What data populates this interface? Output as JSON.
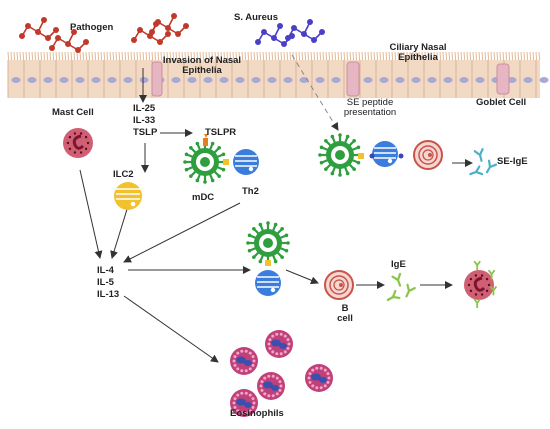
{
  "labels": {
    "pathogen": "Pathogen",
    "s_aureus": "S. Aureus",
    "invasion_line1": "Invasion of Nasal",
    "invasion_line2": "Epithelia",
    "ciliary_line1": "Ciliary Nasal",
    "ciliary_line2": "Epithelia",
    "goblet_cell": "Goblet Cell",
    "se_peptide_line1": "SE peptide",
    "se_peptide_line2": "presentation",
    "mast_cell": "Mast Cell",
    "il25": "IL-25",
    "il33": "IL-33",
    "tslp": "TSLP",
    "tslpr": "TSLPR",
    "ilc2": "ILC2",
    "mdc": "mDC",
    "th2": "Th2",
    "se_ige": "SE-IgE",
    "il4": "IL-4",
    "il5": "IL-5",
    "il13": "IL-13",
    "b_cell_line1": "B",
    "b_cell_line2": "cell",
    "ige": "IgE",
    "eosinophils": "Eosinophils"
  },
  "colors": {
    "pathogen": "#c0392b",
    "s_aureus": "#4a3fc7",
    "epithelium": "#f2d9c4",
    "dendritic_cell": "#2e9e3e",
    "th2_cell": "#3b7ddd",
    "ilc2_cell": "#f2c12e",
    "b_cell": "#c9544a",
    "mast_cell": "#c9435a",
    "eosinophil": "#c0407a",
    "ige_antibody": "#8cc34a",
    "se_ige_antibody": "#4bb0c8",
    "tslpr_receptor": "#e67e22"
  }
}
